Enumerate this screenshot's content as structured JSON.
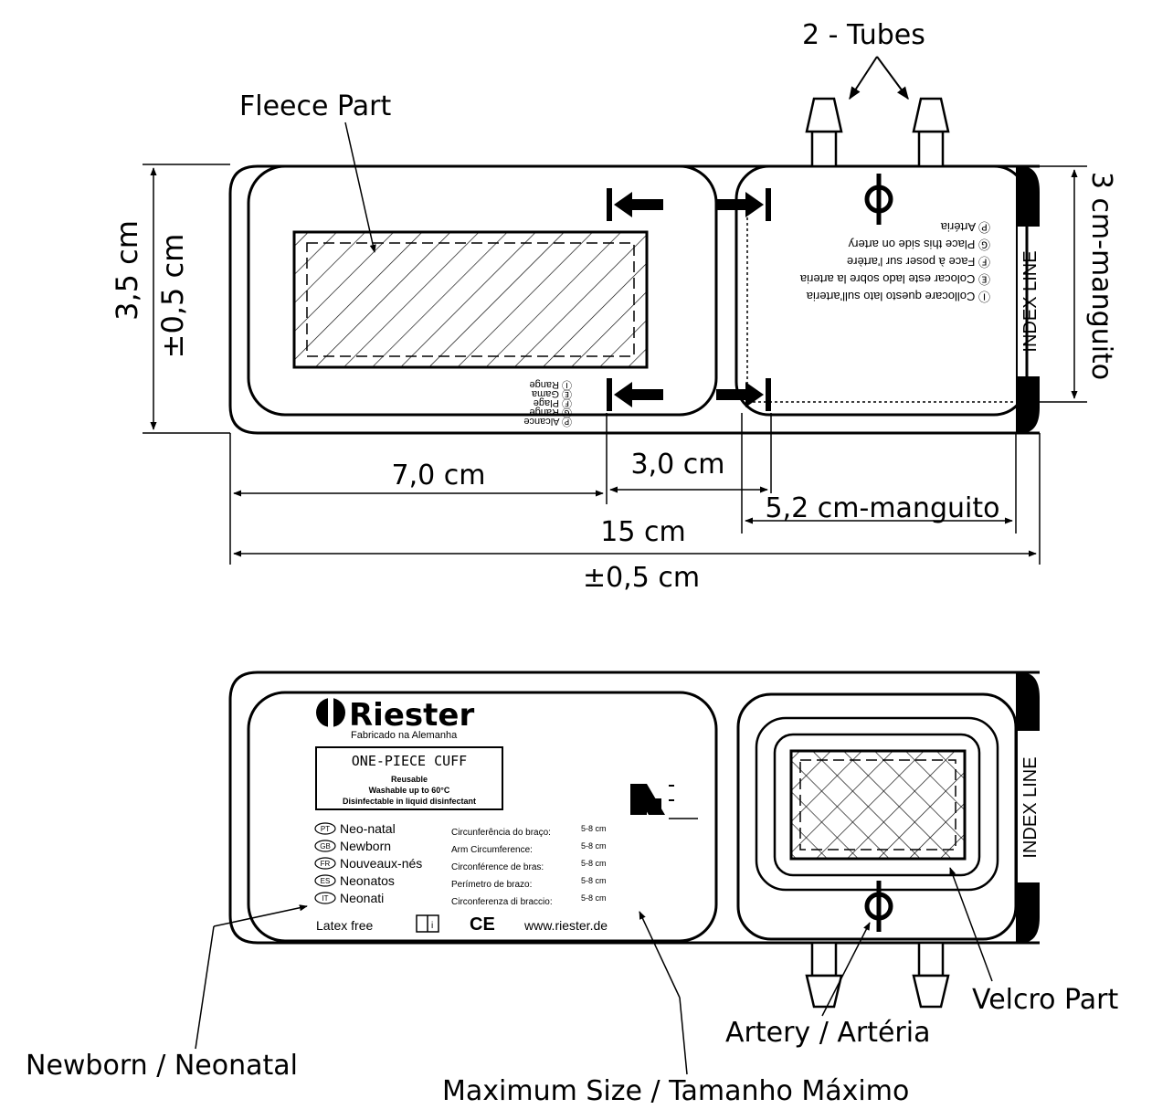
{
  "colors": {
    "line": "#000000",
    "background": "#ffffff"
  },
  "labels": {
    "tubes": "2 - Tubes",
    "fleece_part": "Fleece Part",
    "height": "3,5 cm",
    "height_tol": "±0,5 cm",
    "cuff_height": "3 cm-manguito",
    "width_fleece": "7,0 cm",
    "width_gap": "3,0 cm",
    "cuff_width": "5,2 cm-manguito",
    "total_width": "15 cm",
    "total_tol": "±0,5 cm",
    "index_line": "INDEX LINE",
    "velcro_part": "Velcro Part",
    "artery": "Artery / Artéria",
    "newborn": "Newborn / Neonatal",
    "max_size": "Maximum Size / Tamanho Máximo"
  },
  "top_view": {
    "artery_lines": [
      "Ⓘ Collocare questo lato sull'arteria",
      "Ⓔ Colocar este lado sobre la arteria",
      "Ⓕ Face à poser sur l'artère",
      "Ⓖ Place this side on artery",
      "Ⓟ Artéria"
    ],
    "range_lines": [
      "Ⓟ Alcance",
      "Ⓖ Range",
      "Ⓕ Plage",
      "Ⓔ Gama",
      "Ⓘ Range"
    ]
  },
  "bottom_view": {
    "brand": "Riester",
    "made_in": "Fabricado na Alemanha",
    "product_title": "ONE-PIECE CUFF",
    "product_lines": [
      "Reusable",
      "Washable up to 60°C",
      "Disinfectable in liquid disinfectant"
    ],
    "languages": [
      {
        "code": "PT",
        "name": "Neo-natal",
        "circ": "Circunferência do braço:",
        "range": "5-8 cm"
      },
      {
        "code": "GB",
        "name": "Newborn",
        "circ": "Arm Circumference:",
        "range": "5-8 cm"
      },
      {
        "code": "FR",
        "name": "Nouveaux-nés",
        "circ": "Circonférence de bras:",
        "range": "5-8 cm"
      },
      {
        "code": "ES",
        "name": "Neonatos",
        "circ": "Perímetro de brazo:",
        "range": "5-8 cm"
      },
      {
        "code": "IT",
        "name": "Neonati",
        "circ": "Circonferenza di braccio:",
        "range": "5-8 cm"
      }
    ],
    "latex_free": "Latex free",
    "ce_mark": "CE",
    "website": "www.riester.de"
  }
}
